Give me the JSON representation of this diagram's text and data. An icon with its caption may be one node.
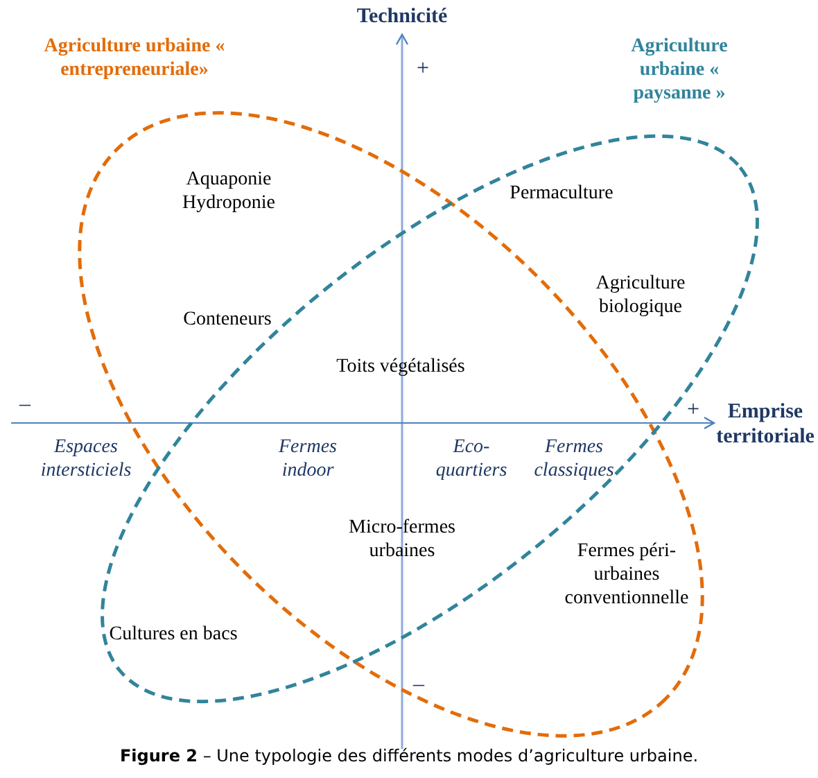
{
  "diagram": {
    "caption": "**Figure 2** – Une typologie des différents modes d’agriculture urbaine.",
    "nodes": [
      {
        "text": [
          "Agriculture urbaine « entrepreneuriale»"
        ]
      },
      {
        "text": [
          "Agriculture urbaine « paysanne »"
        ]
      }
    ],
    "labels": [
      "Technicité",
      "+",
      "Aquaponie Hydroponie",
      "Permaculture",
      "Agriculture biologique",
      "Conteneurs",
      "Toits végétalisés",
      "–",
      "Emprise territoriale",
      "+",
      "Espaces intersticiels",
      "Fermes indoor",
      "Eco-quartiers",
      "Fermes classiques",
      "Micro-fermes urbaines",
      "Fermes péri-urbaines conventionnelle",
      "Cultures en bacs",
      "–"
    ]
  }
}
